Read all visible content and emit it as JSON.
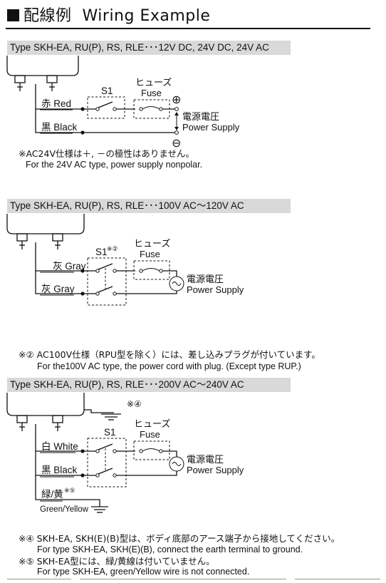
{
  "header": {
    "title_ja": "配線例",
    "title_en": "Wiring Example"
  },
  "sections": [
    {
      "band": "Type SKH-EA, RU(P), RS, RLE･･･12V DC, 24V DC, 24V AC",
      "wires": [
        "赤 Red",
        "黒 Black"
      ],
      "switch": "S1",
      "fuse_ja": "ヒューズ",
      "fuse_en": "Fuse",
      "supply_ja": "電源電圧",
      "supply_en": "Power Supply",
      "plus": "⊕",
      "minus": "⊖",
      "note_ja": "※AC24V仕様は＋, －の極性はありません。",
      "note_en": "For the 24V AC type, power supply nonpolar."
    },
    {
      "band": "Type SKH-EA, RU(P), RS, RLE･･･100V AC～120V AC",
      "wires": [
        "灰 Gray",
        "灰 Gray"
      ],
      "switch": "S1",
      "switch_mark": "※②",
      "fuse_ja": "ヒューズ",
      "fuse_en": "Fuse",
      "supply_ja": "電源電圧",
      "supply_en": "Power Supply",
      "note_ja": "※② AC100V仕様（RPU型を除く）には、差し込みプラグが付いています。",
      "note_en": "For the100V AC type, the power cord with plug. (Except type RUP.)"
    },
    {
      "band": "Type SKH-EA, RU(P), RS, RLE･･･200V AC～240V AC",
      "wires": [
        "白 White",
        "黒 Black"
      ],
      "ground_wire_ja": "緑/黄",
      "ground_wire_mark": "※⑤",
      "ground_wire_en": "Green/Yellow",
      "earth_mark": "※④",
      "switch": "S1",
      "fuse_ja": "ヒューズ",
      "fuse_en": "Fuse",
      "supply_ja": "電源電圧",
      "supply_en": "Power Supply",
      "note4_ja": "※④ SKH-EA, SKH(E)(B)型は、ボディ底部のアース端子から接地してください。",
      "note4_en": "For type SKH-EA, SKH(E)(B), connect the earth terminal to ground.",
      "note5_ja": "※⑤ SKH-EA型には、緑/黄線は付いていません。",
      "note5_en": "For type SKH-EA, green/Yellow wire is not connected."
    }
  ]
}
